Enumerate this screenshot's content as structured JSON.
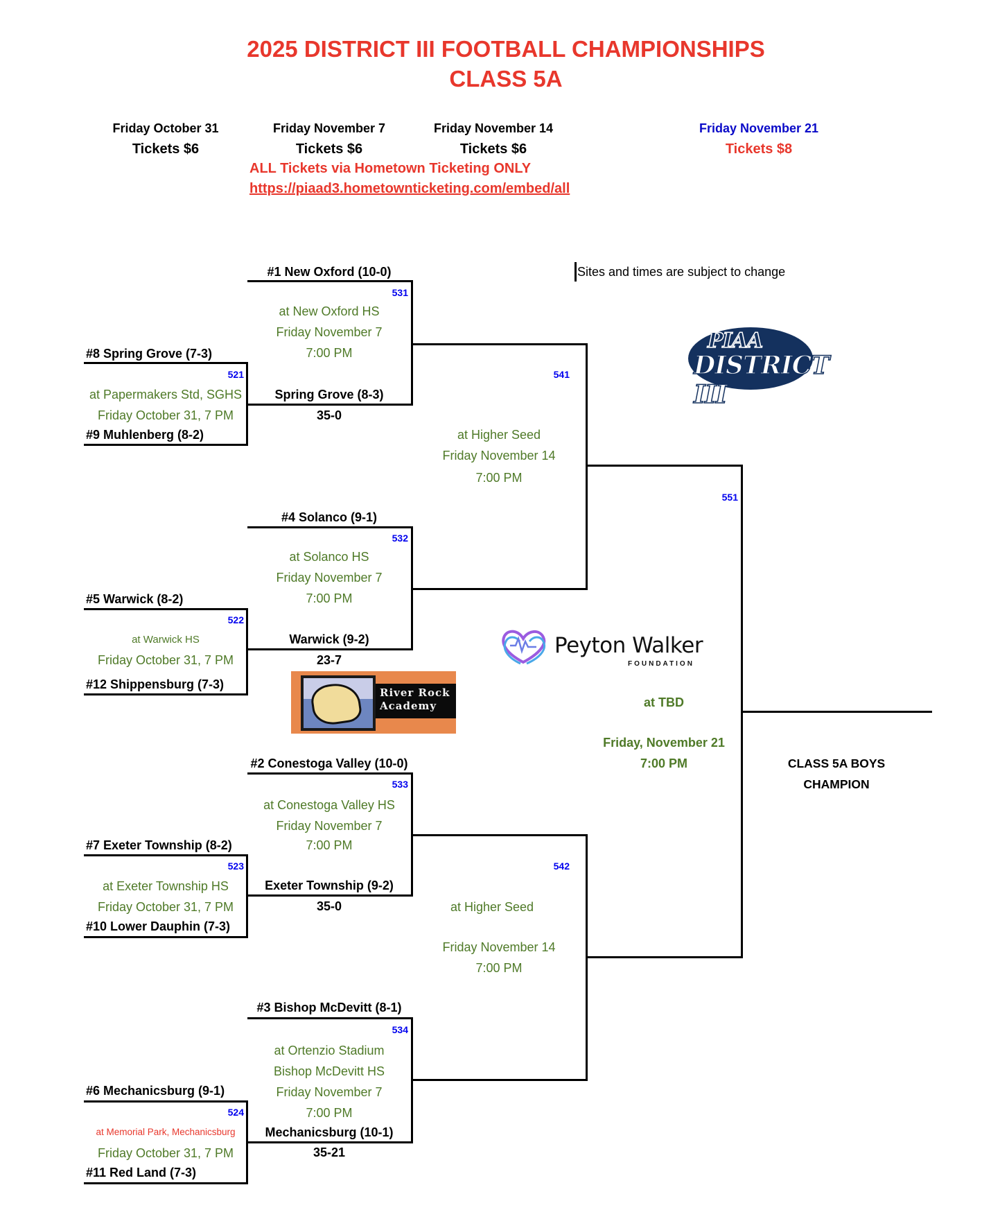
{
  "title": {
    "line1": "2025 DISTRICT III FOOTBALL CHAMPIONSHIPS",
    "line2": "CLASS 5A"
  },
  "rounds": [
    {
      "date": "Friday October 31",
      "tickets": "Tickets $6"
    },
    {
      "date": "Friday November 7",
      "tickets": "Tickets $6"
    },
    {
      "date": "Friday November 14",
      "tickets": "Tickets $6"
    },
    {
      "date": "Friday November 21",
      "tickets": "Tickets $8"
    }
  ],
  "ticket_note": "ALL Tickets via Hometown Ticketing ONLY",
  "ticket_link": "https://piaad3.hometownticketing.com/embed/all",
  "sites_note": "Sites and times are subject to change",
  "colors": {
    "title_red": "#e8372c",
    "game_number_blue": "#0000ee",
    "info_green": "#4f7a28",
    "final_date_blue": "#0a0ac8"
  },
  "first_round": [
    {
      "game": "521",
      "top": "#8 Spring Grove (7-3)",
      "bottom": "#9 Muhlenberg (8-2)",
      "site": "at Papermakers Std, SGHS",
      "when": "Friday October 31, 7 PM"
    },
    {
      "game": "522",
      "top": "#5 Warwick (8-2)",
      "bottom": "#12 Shippensburg (7-3)",
      "site": "at Warwick HS",
      "when": "Friday October 31, 7 PM"
    },
    {
      "game": "523",
      "top": "#7 Exeter Township (8-2)",
      "bottom": "#10 Lower Dauphin (7-3)",
      "site": "at Exeter Township HS",
      "when": "Friday October 31, 7 PM"
    },
    {
      "game": "524",
      "top": "#6 Mechanicsburg (9-1)",
      "bottom": "#11 Red Land (7-3)",
      "site": "at Memorial Park, Mechanicsburg",
      "when": "Friday October 31, 7 PM"
    }
  ],
  "quarterfinals": [
    {
      "game": "531",
      "top": "#1 New Oxford (10-0)",
      "bottom": "Spring Grove (8-3)",
      "score": "35-0",
      "site": "at New Oxford HS",
      "site2": "",
      "date": "Friday November 7",
      "time": "7:00 PM"
    },
    {
      "game": "532",
      "top": "#4 Solanco (9-1)",
      "bottom": "Warwick (9-2)",
      "score": "23-7",
      "site": "at Solanco HS",
      "site2": "",
      "date": "Friday November 7",
      "time": "7:00 PM"
    },
    {
      "game": "533",
      "top": "#2 Conestoga Valley (10-0)",
      "bottom": "Exeter Township (9-2)",
      "score": "35-0",
      "site": "at Conestoga Valley HS",
      "site2": "",
      "date": "Friday November 7",
      "time": "7:00 PM"
    },
    {
      "game": "534",
      "top": "#3 Bishop McDevitt (8-1)",
      "bottom": "Mechanicsburg (10-1)",
      "score": "35-21",
      "site": "at Ortenzio Stadium",
      "site2": "Bishop McDevitt HS",
      "date": "Friday November 7",
      "time": "7:00 PM"
    }
  ],
  "semifinals": [
    {
      "game": "541",
      "site": "at Higher Seed",
      "date": "Friday November 14",
      "time": "7:00 PM"
    },
    {
      "game": "542",
      "site": "at Higher Seed",
      "date": "Friday November 14",
      "time": "7:00 PM"
    }
  ],
  "final": {
    "game": "551",
    "site": "at TBD",
    "date": "Friday, November 21",
    "time": "7:00 PM",
    "champion_label_1": "CLASS 5A BOYS",
    "champion_label_2": "CHAMPION"
  },
  "sponsors": {
    "river_rock_line1": "River Rock",
    "river_rock_line2": "Academy",
    "piaa_line1": "PIAA",
    "piaa_line2": "DISTRICT III",
    "peyton_name": "Peyton Walker",
    "peyton_sub": "FOUNDATION"
  }
}
